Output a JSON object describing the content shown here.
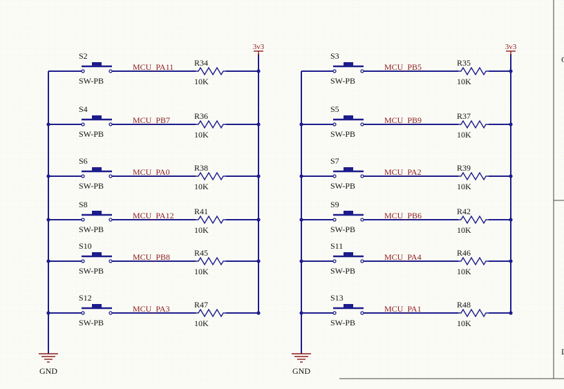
{
  "rails": {
    "power_label": "3v3",
    "ground_label": "GND"
  },
  "columns": [
    {
      "rows": [
        {
          "switch": "S2",
          "switch_type": "SW-PB",
          "net": "MCU_PA11",
          "resistor": "R34",
          "value": "10K"
        },
        {
          "switch": "S4",
          "switch_type": "SW-PB",
          "net": "MCU_PB7",
          "resistor": "R36",
          "value": "10K"
        },
        {
          "switch": "S6",
          "switch_type": "SW-PB",
          "net": "MCU_PA0",
          "resistor": "R38",
          "value": "10K"
        },
        {
          "switch": "S8",
          "switch_type": "SW-PB",
          "net": "MCU_PA12",
          "resistor": "R41",
          "value": "10K"
        },
        {
          "switch": "S10",
          "switch_type": "SW-PB",
          "net": "MCU_PB8",
          "resistor": "R45",
          "value": "10K"
        },
        {
          "switch": "S12",
          "switch_type": "SW-PB",
          "net": "MCU_PA3",
          "resistor": "R47",
          "value": "10K"
        }
      ]
    },
    {
      "rows": [
        {
          "switch": "S3",
          "switch_type": "SW-PB",
          "net": "MCU_PB5",
          "resistor": "R35",
          "value": "10K"
        },
        {
          "switch": "S5",
          "switch_type": "SW-PB",
          "net": "MCU_PB9",
          "resistor": "R37",
          "value": "10K"
        },
        {
          "switch": "S7",
          "switch_type": "SW-PB",
          "net": "MCU_PA2",
          "resistor": "R39",
          "value": "10K"
        },
        {
          "switch": "S9",
          "switch_type": "SW-PB",
          "net": "MCU_PB6",
          "resistor": "R42",
          "value": "10K"
        },
        {
          "switch": "S11",
          "switch_type": "SW-PB",
          "net": "MCU_PA4",
          "resistor": "R46",
          "value": "10K"
        },
        {
          "switch": "S13",
          "switch_type": "SW-PB",
          "net": "MCU_PA1",
          "resistor": "R48",
          "value": "10K"
        }
      ]
    }
  ],
  "border": {
    "right_letters": [
      "C",
      "D"
    ]
  },
  "colors": {
    "wire": "#1c1c8c",
    "net_label": "#8b1a1a",
    "power": "#8b1a1a",
    "grid": "#d6d6ea"
  }
}
